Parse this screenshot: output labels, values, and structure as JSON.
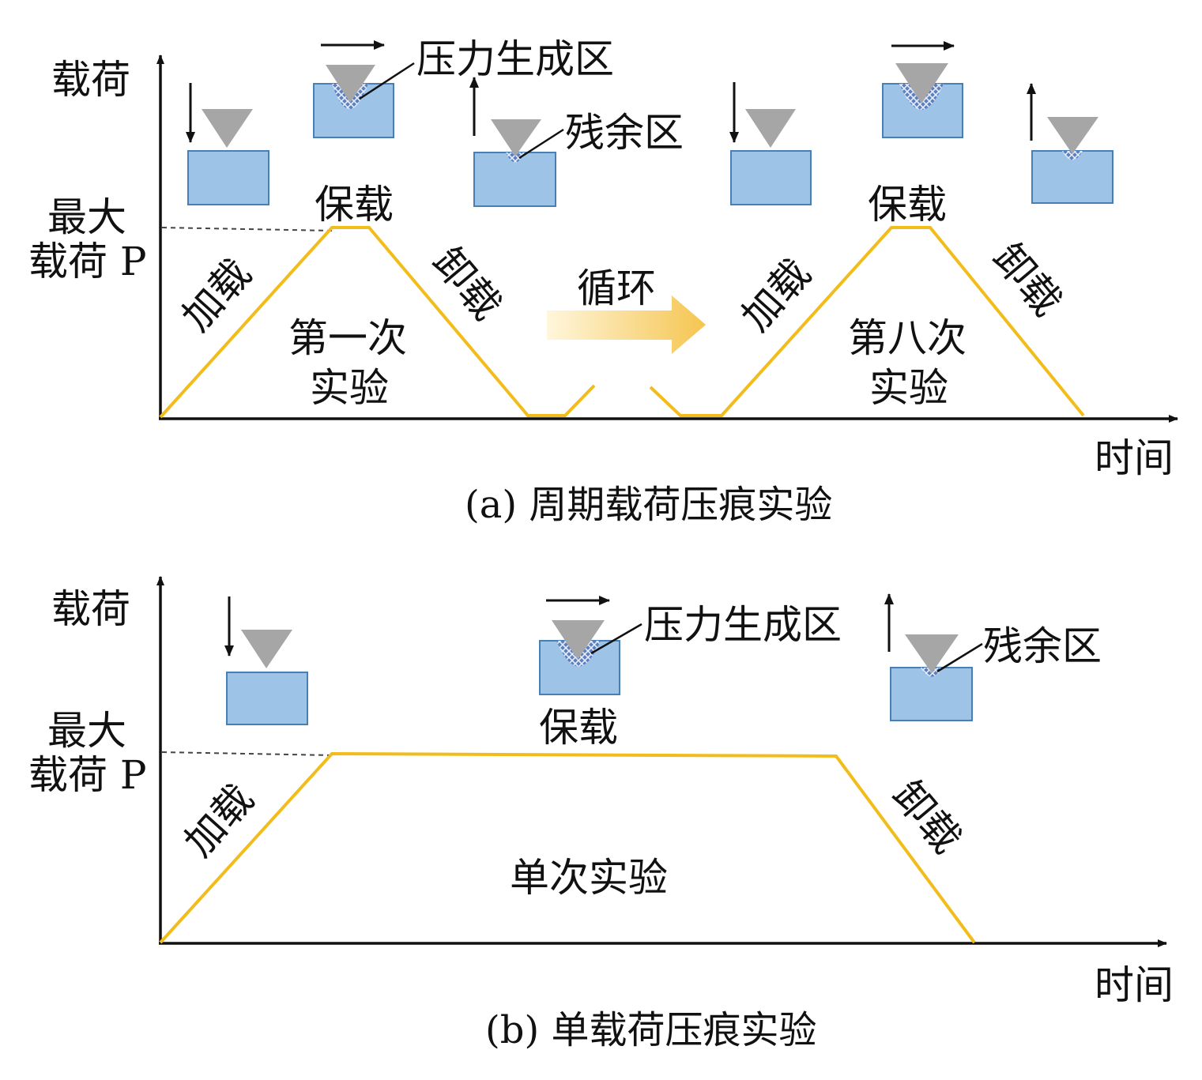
{
  "panel_a": {
    "y_axis_label": "载荷",
    "max_load_label_line1": "最大",
    "max_load_label_line2": "载荷 P",
    "x_axis_label": "时间",
    "pressure_zone_label": "压力生成区",
    "residual_zone_label": "残余区",
    "hold_label": "保载",
    "loading_label": "加载",
    "unloading_label": "卸载",
    "cycle_label": "循环",
    "first_test_line1": "第一次",
    "first_test_line2": "实验",
    "eighth_test_line1": "第八次",
    "eighth_test_line2": "实验",
    "caption": "(a) 周期载荷压痕实验"
  },
  "panel_b": {
    "y_axis_label": "载荷",
    "max_load_label_line1": "最大",
    "max_load_label_line2": "载荷 P",
    "x_axis_label": "时间",
    "pressure_zone_label": "压力生成区",
    "residual_zone_label": "残余区",
    "hold_label": "保载",
    "loading_label": "加载",
    "unloading_label": "卸载",
    "single_test_label": "单次实验",
    "caption": "(b) 单载荷压痕实验"
  },
  "colors": {
    "load_curve": "#F2BC1B",
    "specimen_fill": "#9DC3E6",
    "specimen_stroke": "#4A7FB5",
    "indenter": "#A6A6A6",
    "cycle_arrow": "#F5C550"
  },
  "icons": {
    "indenter": "triangle-indenter-icon",
    "specimen": "specimen-block-icon",
    "direction": "direction-arrow-icon"
  }
}
